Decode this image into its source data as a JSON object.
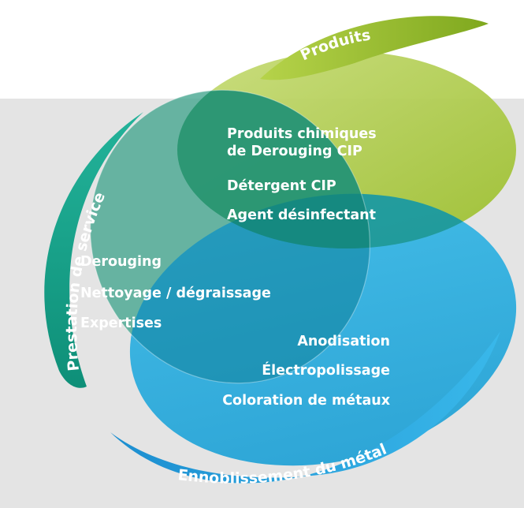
{
  "petals": {
    "produits": "Produits",
    "prestation": "Prestation de service",
    "ennoblissement": "Ennoblissement du métal"
  },
  "circles": {
    "produits": {
      "items": [
        "Produits chimiques",
        "de Derouging CIP",
        "Détergent CIP",
        "Agent désinfectant"
      ]
    },
    "prestation": {
      "items": [
        "Derouging",
        "Nettoyage / dégraissage",
        "Expertises"
      ]
    },
    "ennoblissement": {
      "items": [
        "Anodisation",
        "Électropolissage",
        "Coloration de métaux"
      ]
    }
  },
  "colors": {
    "produits": "#9cbf2e",
    "prestation": "#1aa08a",
    "ennoblissement": "#1aa6d8",
    "background": "#e4e4e4"
  }
}
